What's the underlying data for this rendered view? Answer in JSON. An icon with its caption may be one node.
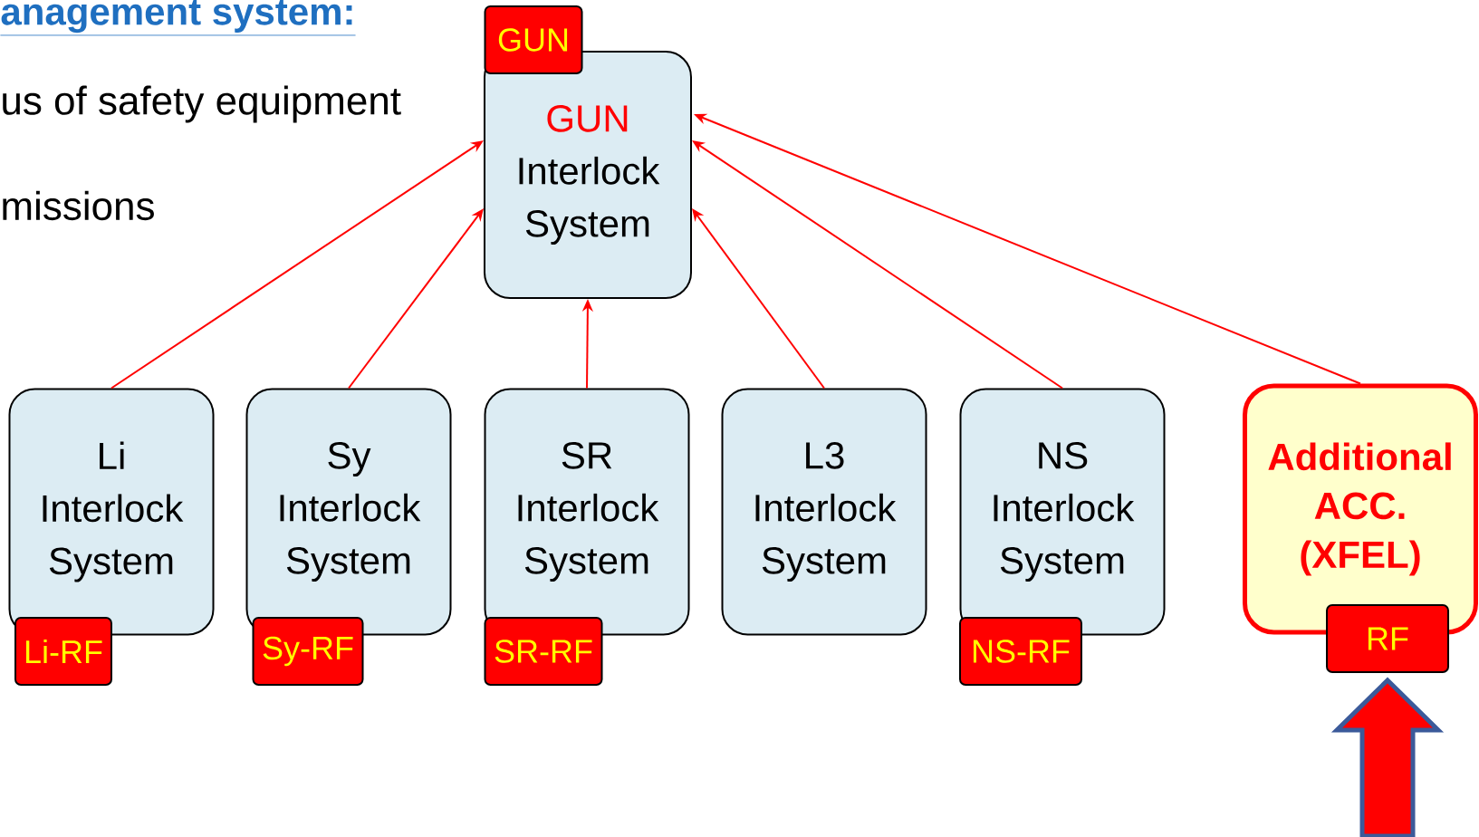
{
  "diagram": {
    "nodes": [
      {
        "text": [
          "GUN",
          "Interlock System"
        ]
      },
      {
        "text": [
          "GUN"
        ]
      },
      {
        "text": [
          "Li Interlock System"
        ]
      },
      {
        "text": [
          "Li-RF"
        ]
      },
      {
        "text": [
          "Sy Interlock System"
        ]
      },
      {
        "text": [
          "Sy-RF"
        ]
      },
      {
        "text": [
          "SR Interlock System"
        ]
      },
      {
        "text": [
          "SR-RF"
        ]
      },
      {
        "text": [
          "L3 Interlock System"
        ]
      },
      {
        "text": [
          "NS Interlock System"
        ]
      },
      {
        "text": [
          "NS-RF"
        ]
      },
      {
        "text": [
          "Additional ACC. (XFEL)"
        ]
      },
      {
        "text": [
          "RF"
        ]
      }
    ],
    "edges": [
      {
        "from": 2,
        "to": 0,
        "arrow": "to"
      },
      {
        "from": 4,
        "to": 0,
        "arrow": "to"
      },
      {
        "from": 6,
        "to": 0,
        "arrow": "to"
      },
      {
        "from": 8,
        "to": 0,
        "arrow": "to"
      },
      {
        "from": 9,
        "to": 0,
        "arrow": "to"
      },
      {
        "from": 11,
        "to": 0,
        "arrow": "to"
      },
      {
        "from": null,
        "to": 12,
        "arrow": "to",
        "style": "thick",
        "color": "#ff0000"
      }
    ],
    "labels": [
      "anagement system:",
      "us of safety equipment",
      "missions"
    ]
  }
}
